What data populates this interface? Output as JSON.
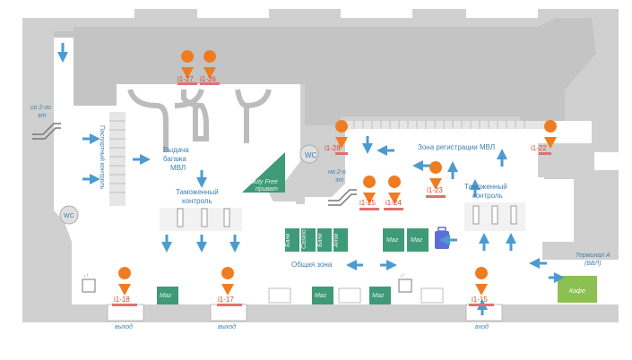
{
  "labels": {
    "from_2nd_floor": [
      "со 2-го",
      "эт"
    ],
    "to_2nd_floor": [
      "на 2-о",
      "эт"
    ],
    "passport_control": "Паспортный контроль",
    "baggage_claim": [
      "Выдача",
      "багажа",
      "МВЛ"
    ],
    "customs_left": [
      "Таможенный",
      "контроль"
    ],
    "customs_right": [
      "Таможенный",
      "контроль"
    ],
    "duty_free": [
      "Duty Free",
      "приват"
    ],
    "checkin_zone": "Зона регистрации МВЛ",
    "common_zone": "Общая зона",
    "terminal_a": [
      "Терминал А",
      "(ВВЛ)"
    ],
    "exit_1": "выход",
    "exit_2": "выход",
    "entrance": "вход",
    "wc": "WC",
    "cafe": "Кафе"
  },
  "shops": {
    "bank": "Банк",
    "casino": "Casino",
    "bank2": "Банк",
    "atm": "Атм",
    "mag": "Маг"
  },
  "pins": [
    "i1-27",
    "i1-26",
    "i1-28",
    "i1-22",
    "i1-25",
    "i1-24",
    "i1-23",
    "i1-18",
    "i1-17",
    "i1-15"
  ],
  "colors": {
    "wall": "#d0d0d0",
    "floor": "#ffffff",
    "accent_text": "#3d7fb0",
    "shop_green": "#3e9a77",
    "pin_orange": "#f07c22",
    "cafe_green": "#8cc152",
    "luggage_blue": "#5b6fd6"
  }
}
